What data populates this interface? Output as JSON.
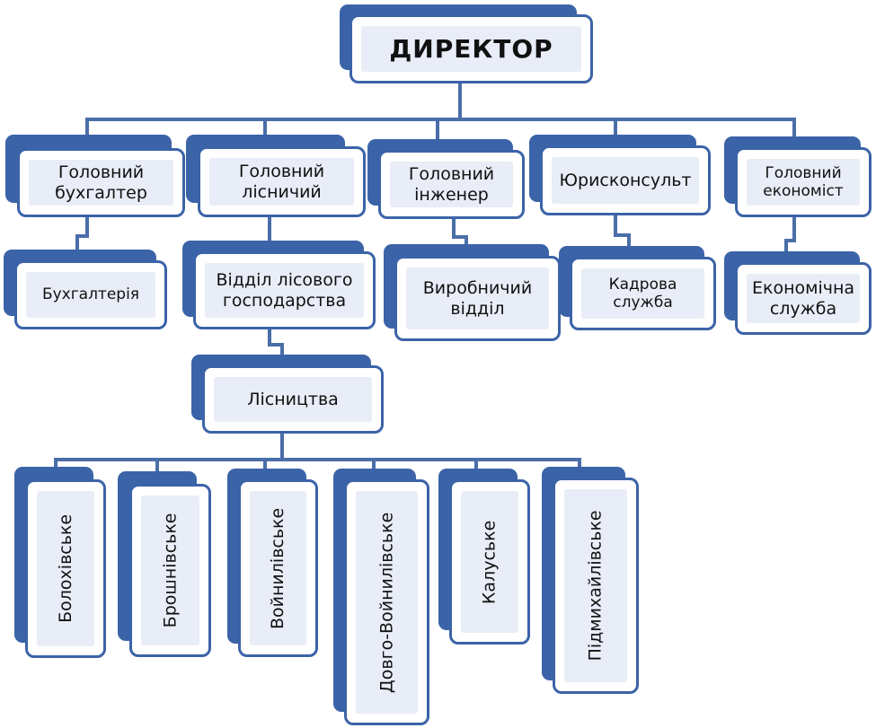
{
  "director": "ДИРЕКТОР",
  "heads": {
    "accountant": "Головний бухгалтер",
    "forester": "Головний лісничий",
    "engineer": "Головний інженер",
    "lawyer": "Юрисконсульт",
    "economist": "Головний економіст"
  },
  "departments": {
    "accounting": "Бухгалтерія",
    "forestry_dept": "Відділ лісового господарства",
    "production": "Виробничий відділ",
    "hr": "Кадрова служба",
    "economic": "Економічна служба"
  },
  "forestries_label": "Лісництва",
  "forestries": [
    "Болохівське",
    "Брошнівське",
    "Войнилівське",
    "Довго-Войнилівське",
    "Калуське",
    "Підмихайлівське"
  ],
  "colors": {
    "accent": "#3b63a8",
    "fill": "#e8edf7",
    "connector": "#4a6ea9"
  }
}
